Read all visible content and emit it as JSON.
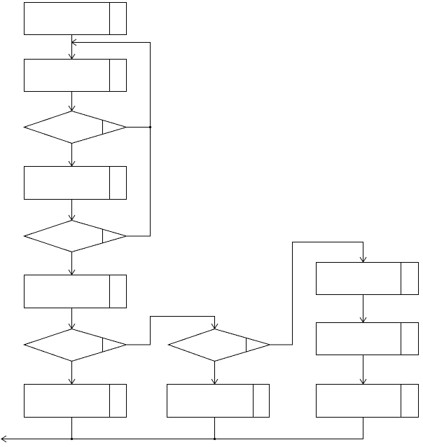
{
  "diagram": {
    "stroke_color": "#000000",
    "background_color": "#ffffff",
    "blocks": [
      {
        "id": "b1",
        "kind": "process",
        "label": ""
      },
      {
        "id": "b2",
        "kind": "process",
        "label": ""
      },
      {
        "id": "d1",
        "kind": "decision",
        "label": ""
      },
      {
        "id": "b3",
        "kind": "process",
        "label": ""
      },
      {
        "id": "d2",
        "kind": "decision",
        "label": ""
      },
      {
        "id": "b4",
        "kind": "process",
        "label": ""
      },
      {
        "id": "d3",
        "kind": "decision",
        "label": ""
      },
      {
        "id": "b5",
        "kind": "process",
        "label": ""
      },
      {
        "id": "d4",
        "kind": "decision",
        "label": ""
      },
      {
        "id": "b6",
        "kind": "process",
        "label": ""
      },
      {
        "id": "b7",
        "kind": "process",
        "label": ""
      },
      {
        "id": "b8",
        "kind": "process",
        "label": ""
      },
      {
        "id": "b9",
        "kind": "process",
        "label": ""
      }
    ],
    "connections": [
      {
        "from": "b1",
        "to": "b2"
      },
      {
        "from": "b2",
        "to": "d1"
      },
      {
        "from": "d1",
        "to": "b3"
      },
      {
        "from": "d1",
        "to": "b2"
      },
      {
        "from": "b3",
        "to": "d2"
      },
      {
        "from": "d2",
        "to": "b2"
      },
      {
        "from": "d2",
        "to": "b4"
      },
      {
        "from": "b4",
        "to": "d3"
      },
      {
        "from": "d3",
        "to": "b5"
      },
      {
        "from": "d3",
        "to": "d4"
      },
      {
        "from": "d4",
        "to": "b6"
      },
      {
        "from": "d4",
        "to": "b7"
      },
      {
        "from": "b7",
        "to": "b8"
      },
      {
        "from": "b8",
        "to": "b9"
      },
      {
        "from": "b5",
        "to": "exit"
      },
      {
        "from": "b6",
        "to": "exit"
      },
      {
        "from": "b9",
        "to": "exit"
      }
    ]
  }
}
